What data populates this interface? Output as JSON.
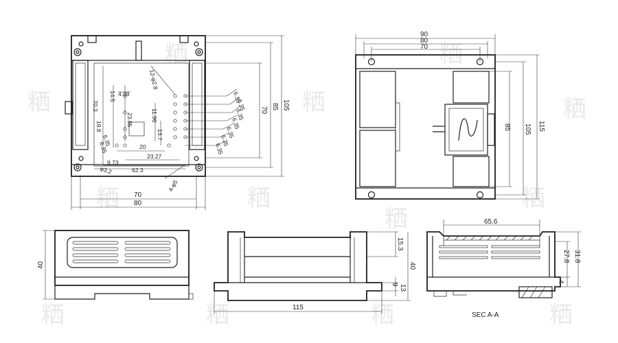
{
  "watermark": "粞",
  "top_view": {
    "dims": {
      "d_12_phi2_8": "12-φ2.8",
      "d_4_08": "4.08",
      "d_14_5": "14.5",
      "d_70_3": "70.3",
      "d_19_8": "19.8",
      "d_23_85": "23.85",
      "d_11_96": "11.96",
      "d_13_7": "13.7",
      "d_20": "20",
      "d_23_27": "23.27",
      "d_9_73": "9.73",
      "d_62_3": "62.3",
      "d_phi3_2": "φ3.2",
      "d_4_phi5": "4-φ5",
      "d_70_w": "70",
      "d_80_w": "80",
      "d_70_h": "70",
      "d_85_h": "85",
      "d_105_h": "105",
      "pitch": "6.35"
    }
  },
  "back_view": {
    "dims": {
      "d_90": "90",
      "d_80": "80",
      "d_70": "70",
      "d_85": "85",
      "d_105": "105",
      "d_115": "115"
    }
  },
  "side_view": {
    "dims": {
      "d_40": "40"
    }
  },
  "front_view": {
    "dims": {
      "d_15_3": "15.3",
      "d_40": "40",
      "d_9": "9",
      "d_13": "13",
      "d_115": "115"
    }
  },
  "section_view": {
    "label": "SEC A-A",
    "dims": {
      "d_65_6": "65.6",
      "d_27_8": "27.8",
      "d_31_8": "31.8",
      "d_4": "4"
    }
  }
}
